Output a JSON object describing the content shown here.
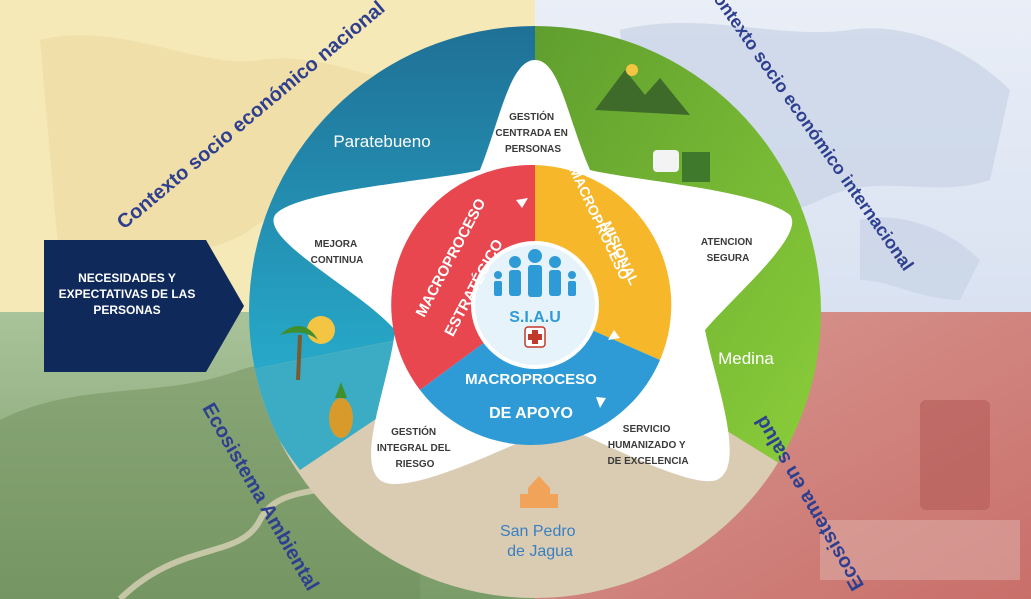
{
  "corners": {
    "top_left": "Contexto socio económico nacional",
    "top_right": "Contexto socio económico internacional",
    "bottom_left": "Ecosistema Ambiental",
    "bottom_right": "Ecosistema en salud"
  },
  "needs": {
    "line1": "NECESIDADES Y",
    "line2": "EXPECTATIVAS DE LAS",
    "line3": "PERSONAS"
  },
  "star_points": {
    "top": [
      "GESTIÓN",
      "CENTRADA EN",
      "PERSONAS"
    ],
    "left": [
      "MEJORA",
      "CONTINUA"
    ],
    "right": [
      "ATENCION",
      "SEGURA"
    ],
    "bottom_left": [
      "GESTIÓN",
      "INTEGRAL DEL",
      "RIESGO"
    ],
    "bottom_right": [
      "SERVICIO",
      "HUMANIZADO Y",
      "DE EXCELENCIA"
    ]
  },
  "locations": {
    "paratebueno": "Paratebueno",
    "medina": "Medina",
    "san_pedro_line1": "San Pedro",
    "san_pedro_line2": "de Jagua"
  },
  "macro": {
    "estrategico_1": "MACROPROCESO",
    "estrategico_2": "ESTRATÉGICO",
    "misional_1": "MACROPROCESO",
    "misional_2": "MISIONAL",
    "apoyo_1": "MACROPROCESO",
    "apoyo_2": "DE APOYO"
  },
  "center": {
    "label": "S.I.A.U"
  },
  "colors": {
    "blue_ring": "#1a8fb0",
    "green_ring": "#7cc23e",
    "beige_ring": "#d8cbb3",
    "estrategico": "#e8474f",
    "misional": "#f6b72a",
    "apoyo": "#2f9bd6",
    "navy": "#0f2a5a",
    "title": "#2f3f8f"
  }
}
